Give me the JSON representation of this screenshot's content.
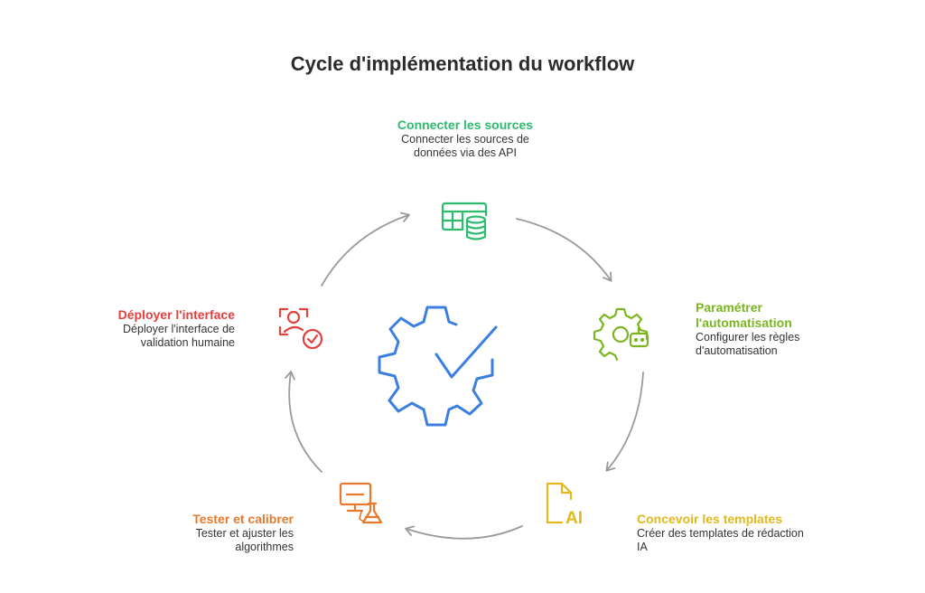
{
  "title": "Cycle d'implémentation du workflow",
  "steps": [
    {
      "label": "Connecter les sources",
      "description": "Connecter les sources de données via des API",
      "color": "#2dbb6e",
      "icon": "table-database-icon"
    },
    {
      "label": "Paramétrer l'automatisation",
      "description": "Configurer les règles d'automatisation",
      "color": "#7ab51f",
      "icon": "gear-robot-icon"
    },
    {
      "label": "Concevoir les templates",
      "description": "Créer des templates de rédaction IA",
      "color": "#e2b81a",
      "icon": "ai-document-icon"
    },
    {
      "label": "Tester et calibrer",
      "description": "Tester et ajuster les algorithmes",
      "color": "#e8792c",
      "icon": "computer-flask-icon"
    },
    {
      "label": "Déployer l'interface",
      "description": "Déployer l'interface de validation humaine",
      "color": "#e34040",
      "icon": "user-check-icon"
    }
  ],
  "center": {
    "icon": "gear-checkmark-icon",
    "color": "#3b7fe0"
  },
  "arrow_color": "#9a9a9a",
  "icons": {
    "ai_label": "AI"
  }
}
